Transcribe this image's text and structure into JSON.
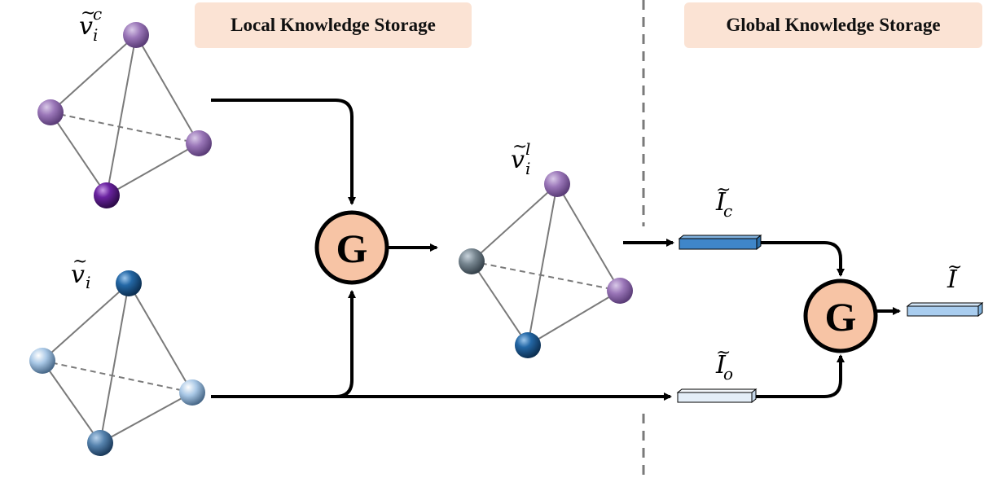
{
  "local_storage": {
    "label": "Local Knowledge Storage"
  },
  "global_storage": {
    "label": "Global Knowledge Storage"
  },
  "operator": {
    "label": "G",
    "fill": "#f7c4a5"
  },
  "graphs": {
    "context_graph": {
      "var": "v",
      "sub": "i",
      "sup": "c",
      "tilde": "~"
    },
    "input_graph": {
      "var": "v",
      "sub": "i",
      "tilde": "~"
    },
    "fused_graph": {
      "var": "v",
      "sub": "i",
      "sup": "l",
      "tilde": "~"
    }
  },
  "features": {
    "context_feature": {
      "var": "I",
      "sub": "c",
      "tilde": "~",
      "color": "#3f86c9"
    },
    "original_feature": {
      "var": "I",
      "sub": "o",
      "tilde": "~",
      "color": "#e4eef8"
    },
    "output_feature": {
      "var": "I",
      "tilde": "~",
      "color": "#a9cdef"
    }
  },
  "colors": {
    "purple_node": "#8a63a8",
    "dark_purple_node": "#5a1e8a",
    "blue_node": "#1f5c96",
    "light_blue_node": "#a9c8e6",
    "gray_node": "#6d7c88",
    "edge": "#777777",
    "arrow": "#000000",
    "divider": "#7a7a7a"
  }
}
